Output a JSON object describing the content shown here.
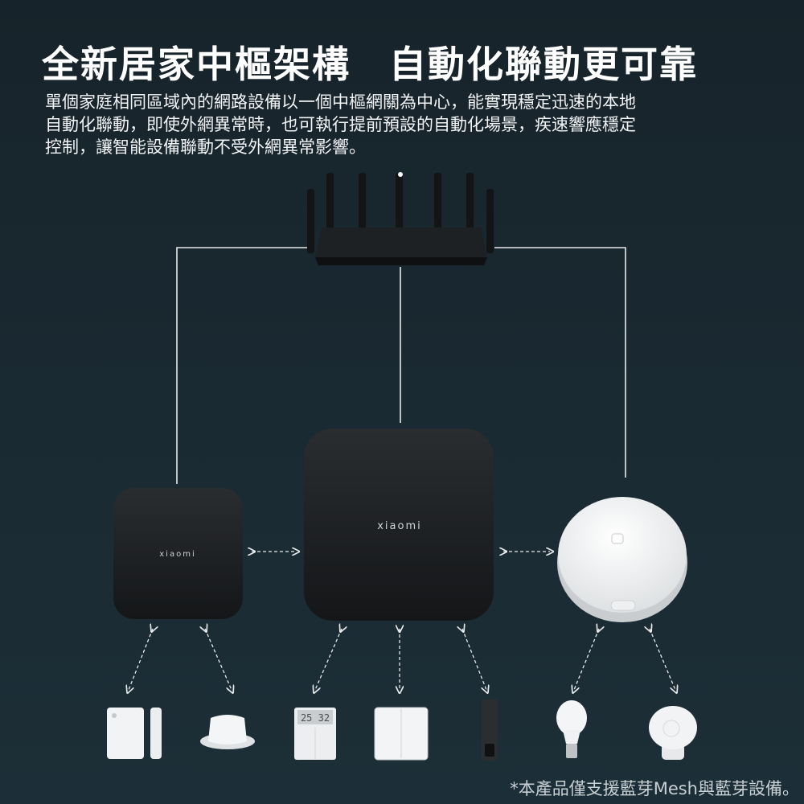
{
  "header": {
    "title": "全新居家中樞架構　自動化聯動更可靠",
    "description_lines": [
      "單個家庭相同區域內的網路設備以一個中樞網關為中心，能實現穩定迅速的本地",
      "自動化聯動，即使外網異常時，也可執行提前預設的自動化場景，疾速響應穩定",
      "控制，讓智能設備聯動不受外網異常影響。"
    ]
  },
  "diagram": {
    "hub_small_logo": "xiaomi",
    "hub_large_logo": "xiaomi",
    "sensor_display": "25 32",
    "colors": {
      "background": "#1a2a32",
      "lines": "#e8eaeb",
      "hub_dark": "#1c1e20",
      "hub_white": "#f4f4f4"
    }
  },
  "footnote": "*本產品僅支援藍芽Mesh與藍芽設備。"
}
